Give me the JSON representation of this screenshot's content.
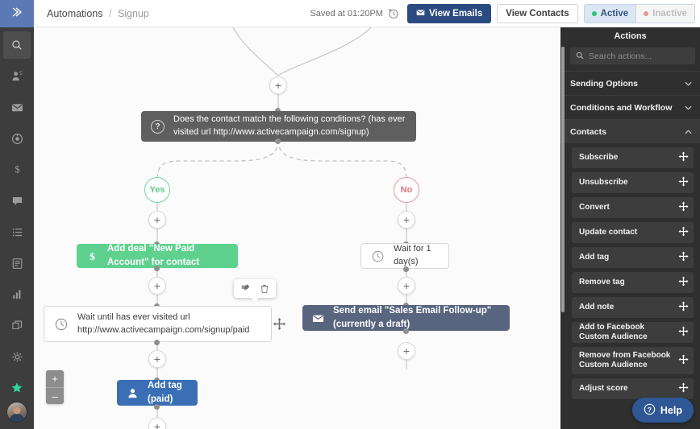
{
  "leftnav": {
    "logo_icon": "chevrons-right-icon",
    "items": [
      {
        "icon": "search-icon",
        "name": "search",
        "active": true
      },
      {
        "icon": "contacts-icon",
        "name": "contacts",
        "active": false
      },
      {
        "icon": "envelope-icon",
        "name": "campaigns",
        "active": false
      },
      {
        "icon": "automations-icon",
        "name": "automations",
        "active": false
      },
      {
        "icon": "dollar-icon",
        "name": "deals",
        "active": false
      },
      {
        "icon": "chat-icon",
        "name": "conversations",
        "active": false
      },
      {
        "icon": "list-icon",
        "name": "lists",
        "active": false
      },
      {
        "icon": "forms-icon",
        "name": "forms",
        "active": false
      },
      {
        "icon": "bar-chart-icon",
        "name": "reports",
        "active": false
      },
      {
        "icon": "apps-icon",
        "name": "apps",
        "active": false
      },
      {
        "icon": "gear-icon",
        "name": "settings",
        "active": false
      },
      {
        "icon": "star-icon",
        "name": "favorites",
        "active": false
      }
    ],
    "avatar_label": "user-avatar"
  },
  "header": {
    "breadcrumb_root": "Automations",
    "breadcrumb_sep": "/",
    "breadcrumb_current": "Signup",
    "saved_text": "Saved at 01:20PM",
    "history_icon": "history-clock-icon",
    "view_emails_label": "View Emails",
    "view_emails_icon": "envelope-icon",
    "view_contacts_label": "View Contacts",
    "status_active_label": "Active",
    "status_inactive_label": "Inactive",
    "accent_primary": "#2b4b80",
    "status_active_color": "#29c47d",
    "status_inactive_color": "#e89595"
  },
  "canvas": {
    "nodes": {
      "condition": {
        "icon": "question-mark-icon",
        "text": "Does the contact match the following conditions? (has ever visited url http://www.activecampaign.com/signup)",
        "color": "#5f5f5f"
      },
      "branch_yes": "Yes",
      "branch_no": "No",
      "add_deal": {
        "icon": "dollar-icon",
        "text": "Add deal \"New Paid Account\" for contact",
        "color": "#5ed18e"
      },
      "wait_days": {
        "icon": "clock-icon",
        "text": "Wait for 1 day(s)",
        "color": "#ffffff"
      },
      "wait_until": {
        "icon": "clock-icon",
        "line1": "Wait until has ever visited url",
        "line2": "http://www.activecampaign.com/signup/paid",
        "color": "#ffffff"
      },
      "send_email": {
        "icon": "envelope-icon",
        "text": "Send email \"Sales Email Follow-up\" (currently a draft)",
        "color": "#59657f"
      },
      "add_tag": {
        "icon": "person-icon",
        "text": "Add tag (paid)",
        "color": "#3b6fb5"
      }
    },
    "tooltip": {
      "edit_icon": "edit-note-icon",
      "delete_icon": "trash-icon"
    },
    "drag_handle_icon": "move-arrows-icon",
    "plus_label": "+",
    "zoom_in_label": "+",
    "zoom_out_label": "–"
  },
  "right_panel": {
    "title": "Actions",
    "search_placeholder": "Search actions...",
    "search_value": "",
    "search_icon": "search-icon",
    "groups": [
      {
        "label": "Sending Options",
        "open": false,
        "chevron": "⌄"
      },
      {
        "label": "Conditions and Workflow",
        "open": false,
        "chevron": "⌄"
      },
      {
        "label": "Contacts",
        "open": true,
        "chevron": "⌃"
      }
    ],
    "items": [
      {
        "label": "Subscribe",
        "tall": false
      },
      {
        "label": "Unsubscribe",
        "tall": false
      },
      {
        "label": "Convert",
        "tall": false
      },
      {
        "label": "Update contact",
        "tall": false
      },
      {
        "label": "Add tag",
        "tall": false
      },
      {
        "label": "Remove tag",
        "tall": false
      },
      {
        "label": "Add note",
        "tall": false
      },
      {
        "label": "Add to Facebook Custom Audience",
        "tall": false
      },
      {
        "label": "Remove from Facebook Custom Audience",
        "tall": true
      },
      {
        "label": "Adjust score",
        "tall": false
      }
    ],
    "item_move_icon": "move-arrows-icon"
  },
  "help": {
    "label": "Help",
    "icon": "question-circle-icon",
    "color": "#2f5795"
  }
}
